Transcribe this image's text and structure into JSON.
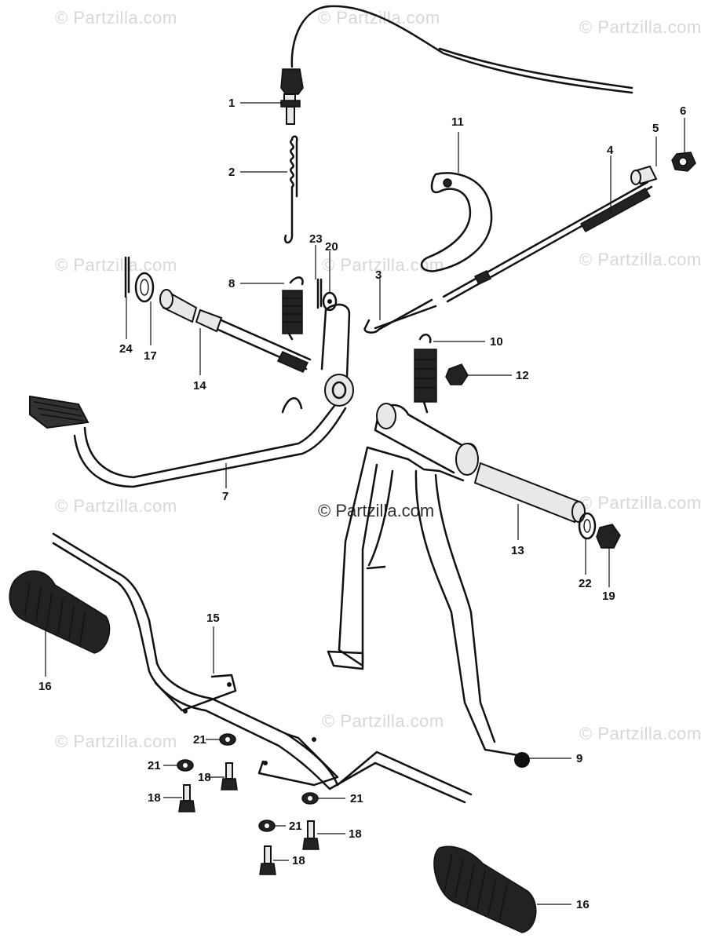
{
  "watermark": {
    "text": "© Partzilla.com",
    "center_text": "© Partzilla.com"
  },
  "callouts": [
    {
      "id": "1",
      "label": "1"
    },
    {
      "id": "2",
      "label": "2"
    },
    {
      "id": "3",
      "label": "3"
    },
    {
      "id": "4",
      "label": "4"
    },
    {
      "id": "5",
      "label": "5"
    },
    {
      "id": "6",
      "label": "6"
    },
    {
      "id": "7",
      "label": "7"
    },
    {
      "id": "8",
      "label": "8"
    },
    {
      "id": "9",
      "label": "9"
    },
    {
      "id": "10",
      "label": "10"
    },
    {
      "id": "11",
      "label": "11"
    },
    {
      "id": "12",
      "label": "12"
    },
    {
      "id": "13",
      "label": "13"
    },
    {
      "id": "14",
      "label": "14"
    },
    {
      "id": "15",
      "label": "15"
    },
    {
      "id": "16a",
      "label": "16"
    },
    {
      "id": "16b",
      "label": "16"
    },
    {
      "id": "17",
      "label": "17"
    },
    {
      "id": "18a",
      "label": "18"
    },
    {
      "id": "18b",
      "label": "18"
    },
    {
      "id": "18c",
      "label": "18"
    },
    {
      "id": "18d",
      "label": "18"
    },
    {
      "id": "19",
      "label": "19"
    },
    {
      "id": "20",
      "label": "20"
    },
    {
      "id": "21a",
      "label": "21"
    },
    {
      "id": "21b",
      "label": "21"
    },
    {
      "id": "21c",
      "label": "21"
    },
    {
      "id": "21d",
      "label": "21"
    },
    {
      "id": "22",
      "label": "22"
    },
    {
      "id": "23",
      "label": "23"
    },
    {
      "id": "24",
      "label": "24"
    }
  ]
}
